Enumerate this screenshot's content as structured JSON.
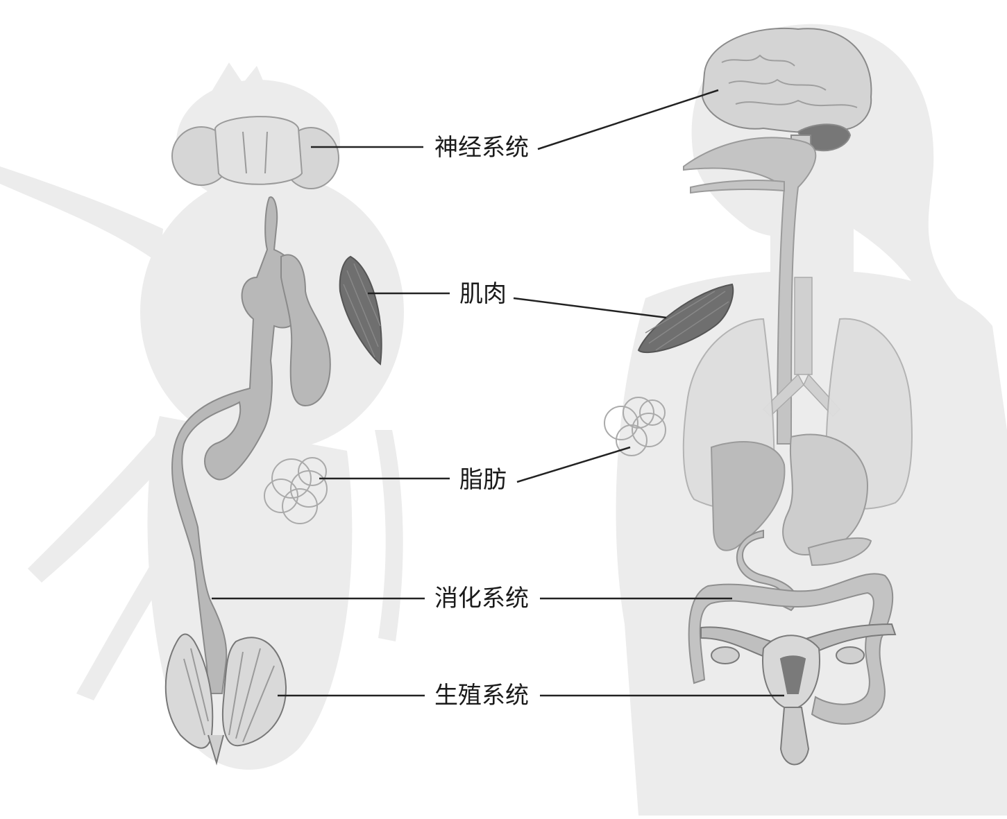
{
  "labels": {
    "nervous": "神经系统",
    "muscle": "肌肉",
    "fat": "脂肪",
    "digestive": "消化系统",
    "reproductive": "生殖系统"
  },
  "colors": {
    "silhouette": "#ececec",
    "organ_light": "#dcdcdc",
    "organ_mid": "#bdbdbd",
    "organ_dark": "#6f6f6f",
    "line": "#222222"
  },
  "icons": {
    "fly": "fruit-fly-silhouette",
    "human": "human-silhouette"
  }
}
